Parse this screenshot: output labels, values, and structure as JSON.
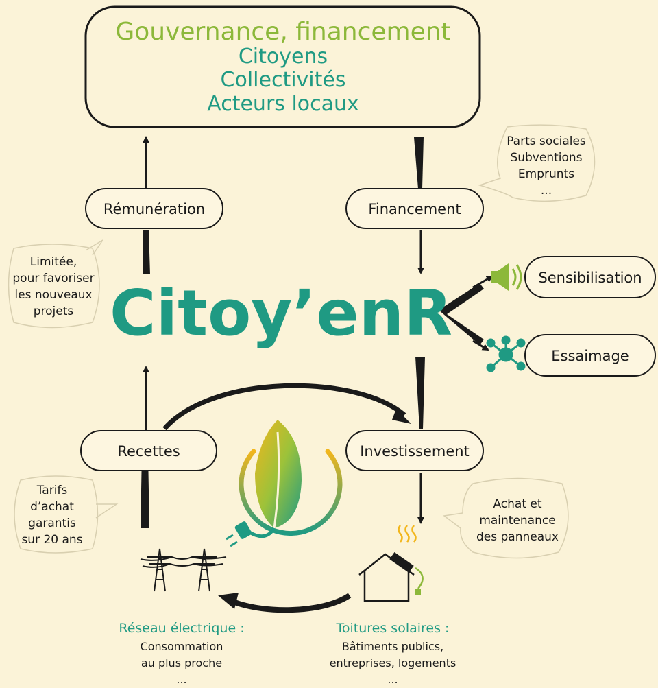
{
  "top_box": {
    "line1": "Gouvernance, financement",
    "line2": "Citoyens",
    "line3": "Collectivités",
    "line4": "Acteurs locaux"
  },
  "center_title": "Citoy’enR",
  "nodes": {
    "remuneration": "Rémunération",
    "financement": "Financement",
    "recettes": "Recettes",
    "investissement": "Investissement",
    "sensibilisation": "Sensibilisation",
    "essaimage": "Essaimage"
  },
  "bubbles": {
    "financement_note": [
      "Parts sociales",
      "Subventions",
      "Emprunts",
      "..."
    ],
    "remuneration_note": [
      "Limitée,",
      "pour favoriser",
      "les nouveaux",
      "projets"
    ],
    "recettes_note": [
      "Tarifs",
      "d’achat",
      "garantis",
      "sur 20 ans"
    ],
    "investissement_note": [
      "Achat et",
      "maintenance",
      "des panneaux"
    ]
  },
  "bottom_left": {
    "title": "Réseau électrique :",
    "lines": [
      "Consommation",
      "au plus proche",
      "..."
    ]
  },
  "bottom_right": {
    "title": "Toitures solaires :",
    "lines": [
      "Bâtiments publics,",
      "entreprises, logements",
      "..."
    ]
  },
  "colors": {
    "background": "#fbf3d8",
    "green": "#8cb83a",
    "teal": "#1f9a83",
    "ink": "#1a1a1a"
  },
  "icons": [
    "speaker-icon",
    "network-icon",
    "leaf-plug-icon",
    "pylon-icon",
    "house-solar-icon"
  ]
}
